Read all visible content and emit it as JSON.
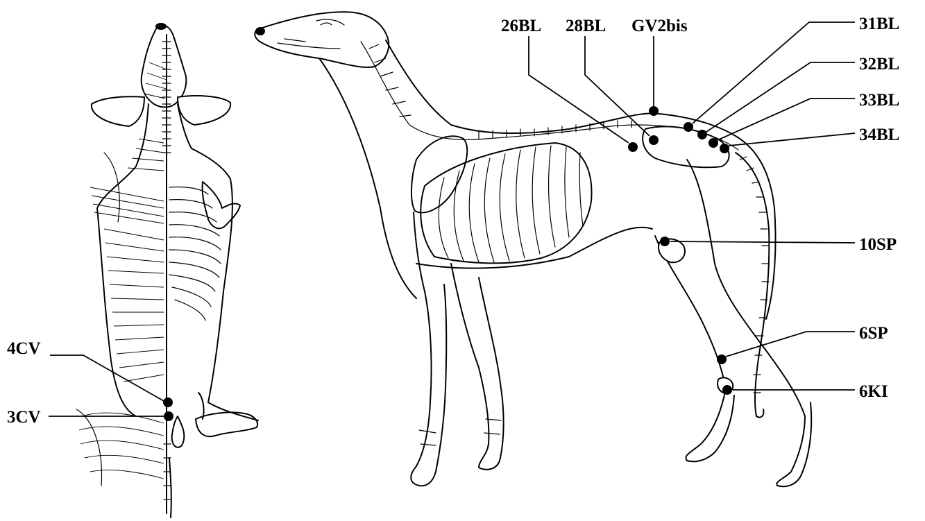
{
  "figure": {
    "ventral_labels": [
      "4CV",
      "3CV"
    ],
    "lateral_top_labels": [
      "26BL",
      "28BL",
      "GV2bis"
    ],
    "lateral_right_labels": [
      "31BL",
      "32BL",
      "33BL",
      "34BL",
      "10SP",
      "6SP",
      "6KI"
    ]
  },
  "colors": {
    "ink": "#000000",
    "paper": "#ffffff"
  }
}
